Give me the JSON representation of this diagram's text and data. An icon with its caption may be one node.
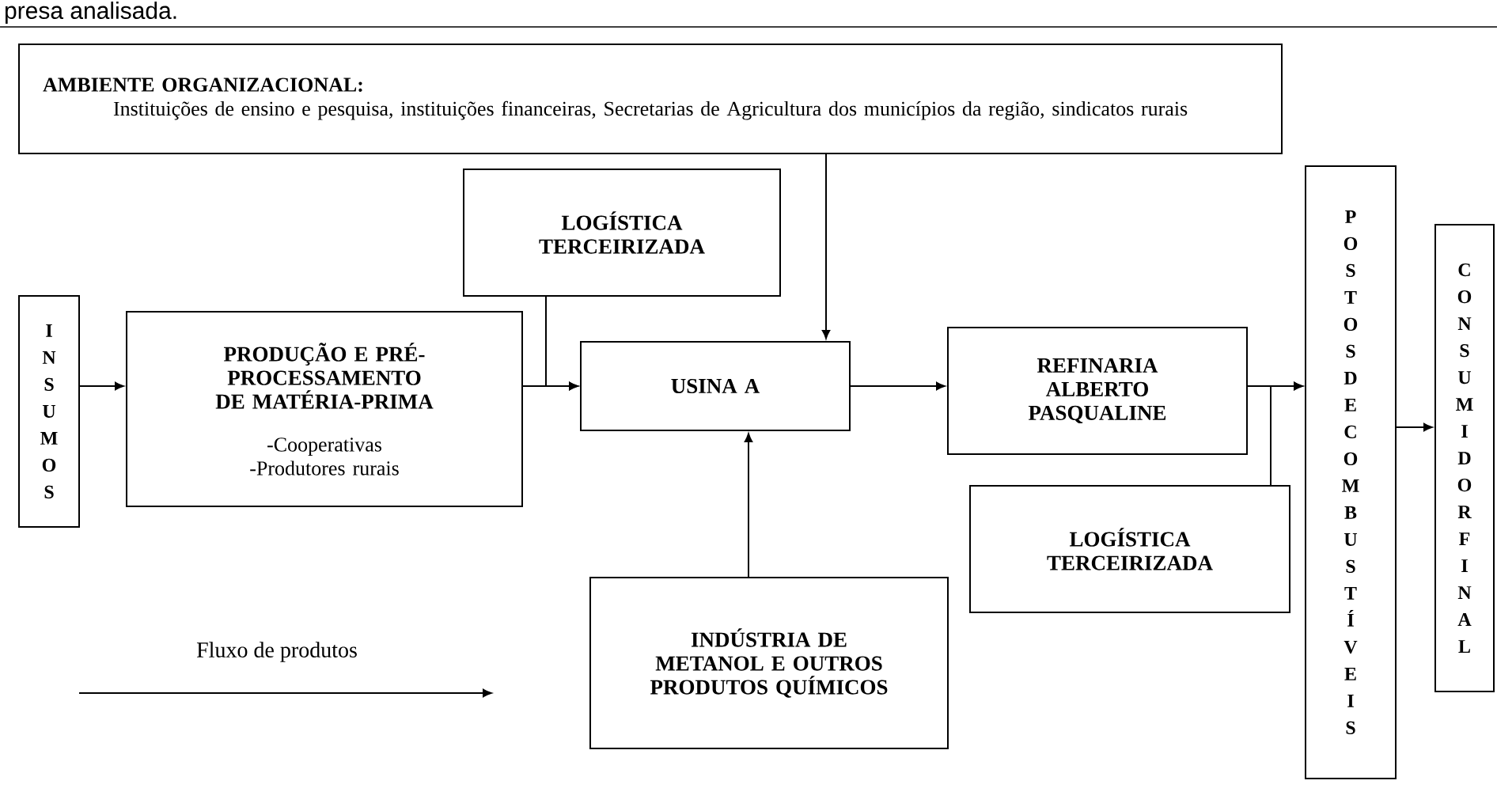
{
  "diagram": {
    "nodes": [
      {
        "text": [
          "AMBIENTE ORGANIZACIONAL:",
          "Instituições de ensino e pesquisa, instituições financeiras, Secretarias de Agricultura dos municípios da região, sindicatos rurais"
        ]
      },
      {
        "text": [
          "INSUMOS"
        ]
      },
      {
        "text": [
          "PRODUÇÃO E PRÉ-PROCESSAMENTO DE MATÉRIA-PRIMA",
          "-Cooperativas",
          "-Produtores rurais"
        ]
      },
      {
        "text": [
          "LOGÍSTICA TERCEIRIZADA"
        ]
      },
      {
        "text": [
          "USINA A"
        ]
      },
      {
        "text": [
          "INDÚSTRIA DE METANOL E OUTROS PRODUTOS QUÍMICOS"
        ]
      },
      {
        "text": [
          "REFINARIA ALBERTO PASQUALINE"
        ]
      },
      {
        "text": [
          "LOGÍSTICA TERCEIRIZADA"
        ]
      },
      {
        "text": [
          "POSTOS DE COMBUSTÍVEIS"
        ]
      },
      {
        "text": [
          "CONSUMIDOR FINAL"
        ]
      }
    ],
    "edges": [
      {
        "from": 1,
        "to": 2,
        "arrow": "to"
      },
      {
        "from": 2,
        "to": 4,
        "arrow": "to"
      },
      {
        "from": 3,
        "to": 4,
        "arrow": "to"
      },
      {
        "from": 0,
        "to": 4,
        "arrow": "to"
      },
      {
        "from": 5,
        "to": 4,
        "arrow": "to"
      },
      {
        "from": 4,
        "to": 6,
        "arrow": "to"
      },
      {
        "from": 6,
        "to": 8,
        "arrow": "to"
      },
      {
        "from": 7,
        "to": 8,
        "arrow": "to"
      },
      {
        "from": 8,
        "to": 9,
        "arrow": "to"
      }
    ],
    "labels": [
      "presa analisada."
    ],
    "legend": [
      {
        "text": "Fluxo de produtos"
      }
    ]
  }
}
